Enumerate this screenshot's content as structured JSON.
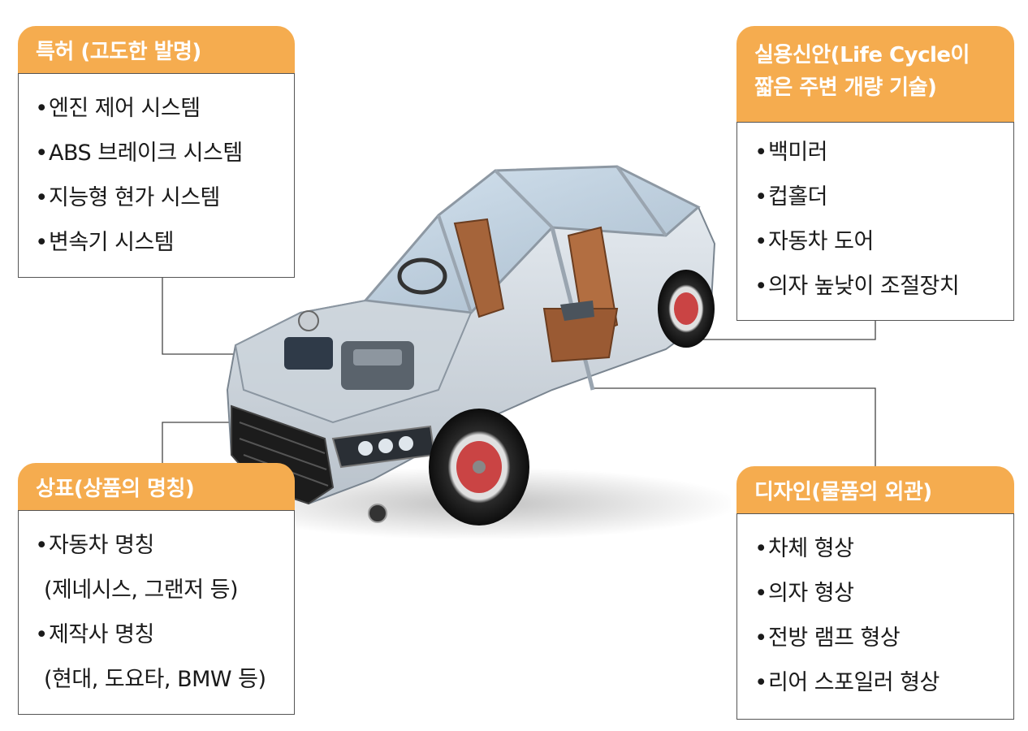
{
  "boxes": {
    "patent": {
      "title": "특허 (고도한 발명)",
      "items": [
        "엔진 제어 시스템",
        "ABS 브레이크 시스템",
        "지능형 현가 시스템",
        "변속기 시스템"
      ]
    },
    "utility": {
      "title_lines": [
        "실용신안(Life Cycle이",
        "짧은 주변 개량 기술)"
      ],
      "items": [
        "백미러",
        "컵홀더",
        "자동차 도어",
        "의자 높낮이 조절장치"
      ]
    },
    "trademark": {
      "title": "상표(상품의 명칭)",
      "items": [
        "자동차 명칭",
        "(제네시스, 그랜저 등)",
        "제작사 명칭",
        "(현대, 도요타, BMW 등)"
      ]
    },
    "design": {
      "title": "디자인(물품의 외관)",
      "items": [
        "차체 형상",
        "의자 형상",
        "전방 램프 형상",
        "리어 스포일러 형상"
      ]
    }
  },
  "colors": {
    "header": "#f5ac4f",
    "border": "#555555",
    "leader": "#444444"
  },
  "icons": {
    "car": "transparent-car-illustration"
  }
}
